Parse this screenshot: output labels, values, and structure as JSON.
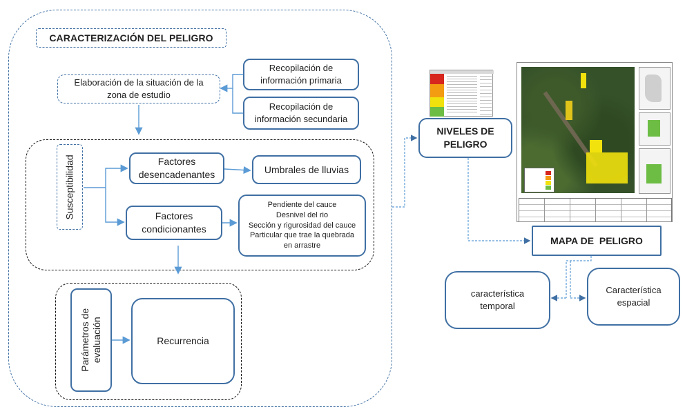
{
  "section_title": "CARACTERIZACIÓN DEL PELIGRO",
  "boxes": {
    "elaboracion": "Elaboración de la situación de la zona de estudio",
    "info_primaria": "Recopilación de información primaria",
    "info_secundaria": "Recopilación de información secundaria",
    "susceptibilidad": "Susceptibilidad",
    "factores_desencadenantes": "Factores desencadenantes",
    "umbrales": "Umbrales de lluvias",
    "factores_condicionantes": "Factores condicionantes",
    "condicionantes_lista": [
      "Pendiente del cauce",
      "Desnivel del rio",
      "Sección y rigurosidad del cauce",
      "Particular que trae la quebrada en arrastre"
    ],
    "parametros": "Parámetros de evaluación",
    "recurrencia": "Recurrencia",
    "niveles_peligro": "NIVELES DE PELIGRO",
    "mapa_peligro": "MAPA DE  PELIGRO",
    "caracteristica_temporal": "característica temporal",
    "caracteristica_espacial": "Característica espacial"
  },
  "thumbnails": {
    "levels_table_colors": [
      "#d7261e",
      "#f39c12",
      "#f1e10d",
      "#6dbd45"
    ],
    "map_legend_colors": [
      "#d7261e",
      "#f39c12",
      "#f1e10d",
      "#6dbd45"
    ]
  },
  "colors": {
    "accent_blue": "#3f6fa3",
    "arrow_blue": "#5b9bd5",
    "dashed_black": "#111111"
  }
}
